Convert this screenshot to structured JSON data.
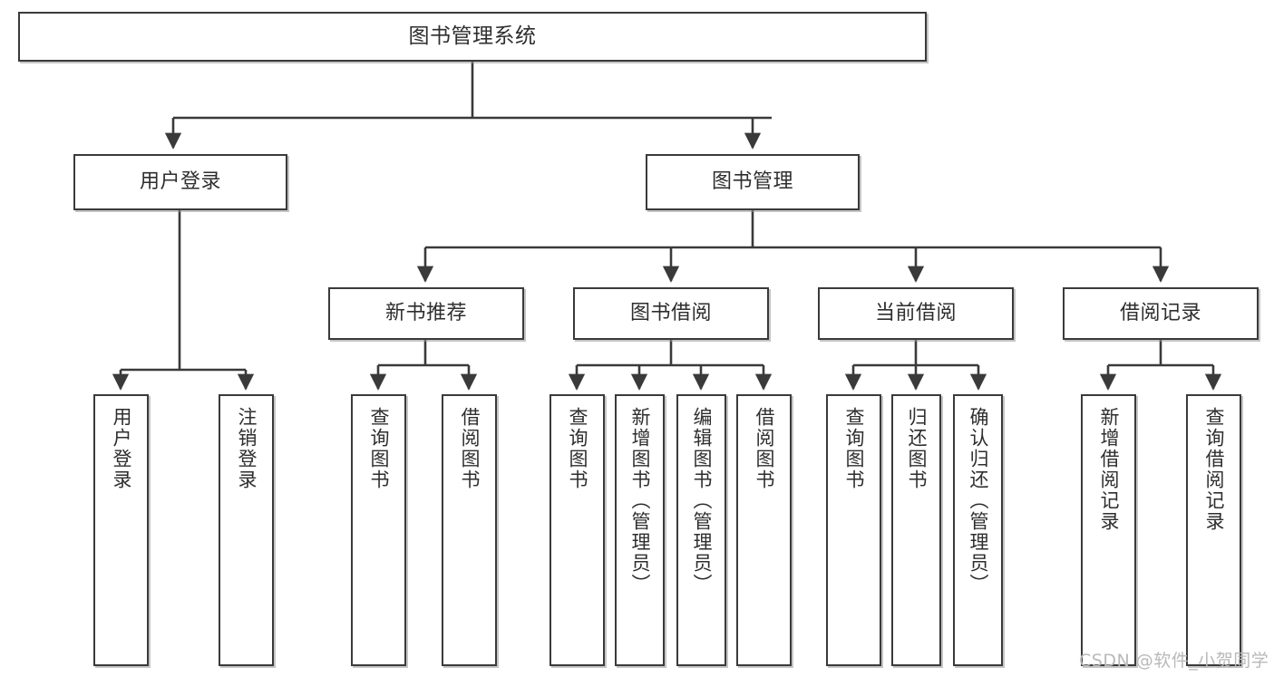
{
  "diagram": {
    "title": "图书管理系统",
    "type": "tree-hierarchy",
    "levels": [
      {
        "level": 1,
        "nodes": [
          "图书管理系统"
        ]
      },
      {
        "level": 2,
        "nodes": [
          "用户登录",
          "图书管理"
        ]
      },
      {
        "level": 3,
        "nodes": [
          "新书推荐",
          "图书借阅",
          "当前借阅",
          "借阅记录"
        ]
      },
      {
        "level": 4,
        "nodes": [
          "用户登录",
          "注销登录",
          "查询图书",
          "借阅图书",
          "查询图书",
          "新增图书（管理员）",
          "编辑图书（管理员）",
          "借阅图书",
          "查询图书",
          "归还图书",
          "确认归还（管理员）",
          "新增借阅记录",
          "查询借阅记录"
        ]
      }
    ],
    "nodes": {
      "root": {
        "label": "图书管理系统"
      },
      "user_login": {
        "label": "用户登录"
      },
      "book_manage": {
        "label": "图书管理"
      },
      "new_book_rec": {
        "label": "新书推荐"
      },
      "book_borrow": {
        "label": "图书借阅"
      },
      "current_borrow": {
        "label": "当前借阅"
      },
      "borrow_record": {
        "label": "借阅记录"
      },
      "leaf_user_login": {
        "label": "用户登录"
      },
      "leaf_logout": {
        "label": "注销登录"
      },
      "leaf_query_book_1": {
        "label": "查询图书"
      },
      "leaf_borrow_book_1": {
        "label": "借阅图书"
      },
      "leaf_query_book_2": {
        "label": "查询图书"
      },
      "leaf_add_book": {
        "label": "新增图书（管理员）"
      },
      "leaf_edit_book": {
        "label": "编辑图书（管理员）"
      },
      "leaf_borrow_book_2": {
        "label": "借阅图书"
      },
      "leaf_query_book_3": {
        "label": "查询图书"
      },
      "leaf_return_book": {
        "label": "归还图书"
      },
      "leaf_confirm_return": {
        "label": "确认归还（管理员）"
      },
      "leaf_add_record": {
        "label": "新增借阅记录"
      },
      "leaf_query_record": {
        "label": "查询借阅记录"
      }
    },
    "edges": [
      {
        "from": "root",
        "to": "user_login"
      },
      {
        "from": "root",
        "to": "book_manage"
      },
      {
        "from": "user_login",
        "to": "leaf_user_login"
      },
      {
        "from": "user_login",
        "to": "leaf_logout"
      },
      {
        "from": "book_manage",
        "to": "new_book_rec"
      },
      {
        "from": "book_manage",
        "to": "book_borrow"
      },
      {
        "from": "book_manage",
        "to": "current_borrow"
      },
      {
        "from": "book_manage",
        "to": "borrow_record"
      },
      {
        "from": "new_book_rec",
        "to": "leaf_query_book_1"
      },
      {
        "from": "new_book_rec",
        "to": "leaf_borrow_book_1"
      },
      {
        "from": "book_borrow",
        "to": "leaf_query_book_2"
      },
      {
        "from": "book_borrow",
        "to": "leaf_add_book"
      },
      {
        "from": "book_borrow",
        "to": "leaf_edit_book"
      },
      {
        "from": "book_borrow",
        "to": "leaf_borrow_book_2"
      },
      {
        "from": "current_borrow",
        "to": "leaf_query_book_3"
      },
      {
        "from": "current_borrow",
        "to": "leaf_return_book"
      },
      {
        "from": "current_borrow",
        "to": "leaf_confirm_return"
      },
      {
        "from": "borrow_record",
        "to": "leaf_add_record"
      },
      {
        "from": "borrow_record",
        "to": "leaf_query_record"
      }
    ],
    "colors": {
      "border": "#3a3a3a",
      "text": "#2e2e2e",
      "background": "#ffffff",
      "watermark": "#b9b9b9"
    }
  },
  "watermark": {
    "text": "CSDN @软件_小贺同学"
  }
}
